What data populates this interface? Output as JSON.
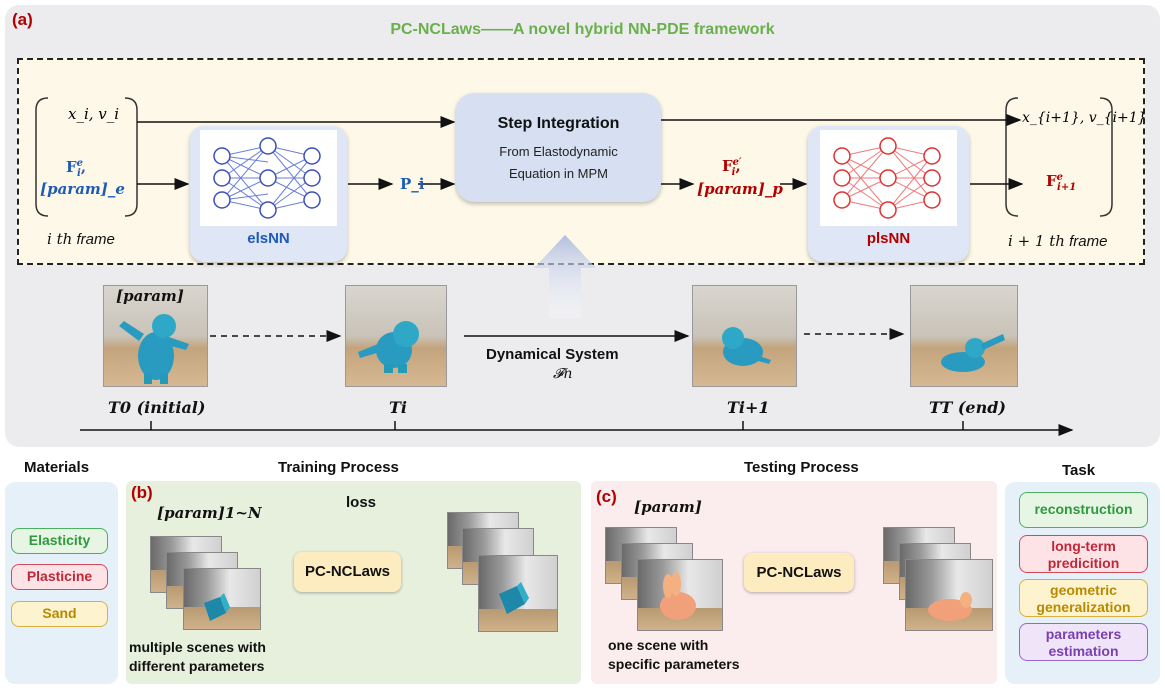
{
  "panel_a": {
    "tag": "(a)",
    "title": "PC-NCLaws——A novel hybrid NN-PDE framework",
    "inputs": {
      "xv": "x_i, v_i",
      "F": "F",
      "F_sup": "e",
      "F_sub": "i",
      "param": "[param]_e",
      "frame_left_prefix": "i th",
      "frame_word": "frame"
    },
    "elsnn_label": "elsNN",
    "P_label": "P_i",
    "step": {
      "title": "Step Integration",
      "line1": "From Elastodynamic",
      "line2": "Equation in MPM"
    },
    "mid_output": {
      "F": "F",
      "F_sup": "e′",
      "F_sub": "i",
      "param": "[param]_p"
    },
    "plsnn_label": "plsNN",
    "outputs": {
      "xv": "x_{i+1}, v_{i+1}",
      "F": "F",
      "F_sup": "e",
      "F_sub": "i+1",
      "frame_right_prefix": "i + 1 th",
      "frame_word": "frame"
    },
    "param_label": "[param]",
    "dynamical_system": "Dynamical System",
    "Fn": "𝓕n",
    "times": {
      "t0": "T0 (initial)",
      "ti": "Ti",
      "ti1": "Ti+1",
      "tT": "TT (end)"
    }
  },
  "materials": {
    "title": "Materials",
    "items": [
      {
        "label": "Elasticity",
        "color": "#2e9a3e",
        "border": "#4cb060",
        "bg": "#e6f5e4"
      },
      {
        "label": "Plasticine",
        "color": "#c0283a",
        "border": "#d14a5a",
        "bg": "#fde2e6"
      },
      {
        "label": "Sand",
        "color": "#b88a00",
        "border": "#d8b040",
        "bg": "#fdf3cf"
      }
    ]
  },
  "training": {
    "title": "Training  Process",
    "tag": "(b)",
    "param_label": "[param]1~N",
    "loss_label": "loss",
    "box_label": "PC-NCLaws",
    "caption_line1": "multiple scenes with",
    "caption_line2": "different parameters"
  },
  "testing": {
    "title": "Testing Process",
    "tag": "(c)",
    "param_label": "[param]",
    "box_label": "PC-NCLaws",
    "caption_line1": "one scene with",
    "caption_line2": "specific parameters"
  },
  "task": {
    "title": "Task",
    "items": [
      {
        "label": "reconstruction",
        "color": "#2e9a3e",
        "border": "#4cb060",
        "bg": "#e6f5e4"
      },
      {
        "label": "long-term\npredicition",
        "color": "#c0283a",
        "border": "#d14a5a",
        "bg": "#fde2e6"
      },
      {
        "label": "geometric\ngeneralization",
        "color": "#b88a00",
        "border": "#d8b040",
        "bg": "#fdf3cf"
      },
      {
        "label": "parameters\nestimation",
        "color": "#7a3fb0",
        "border": "#9a66c8",
        "bg": "#efe4f8"
      }
    ]
  },
  "colors": {
    "blue": "#1f5bb5",
    "red": "#b00000",
    "green_title": "#6ab04c"
  }
}
